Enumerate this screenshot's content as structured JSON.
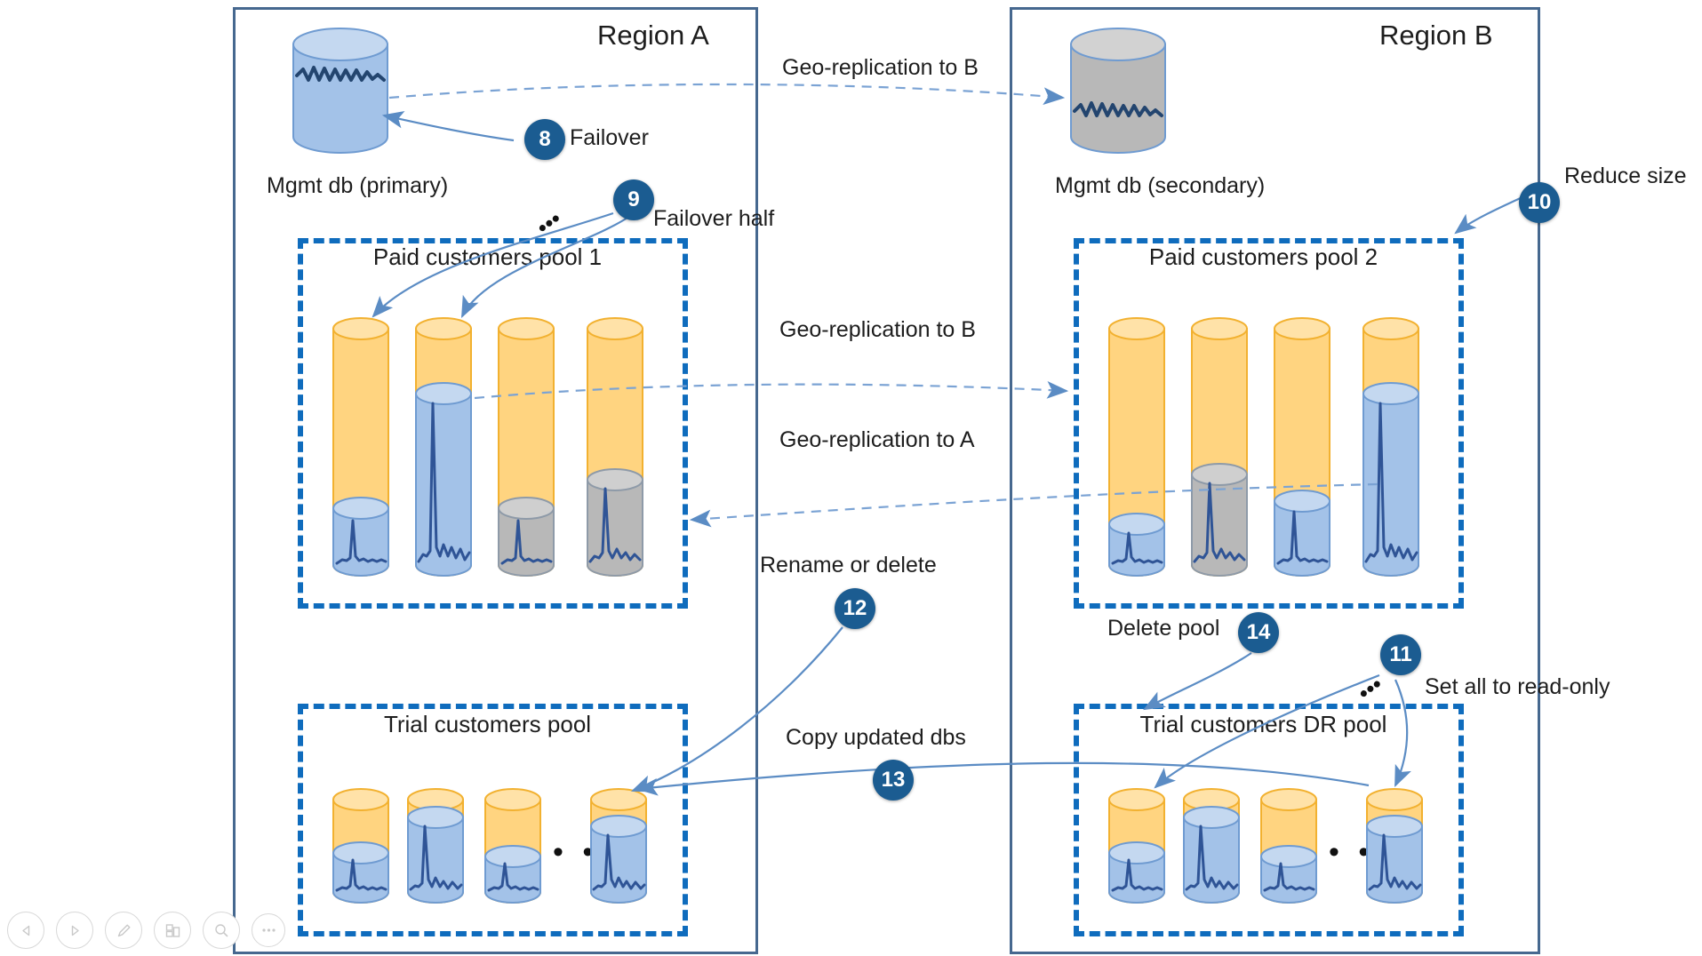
{
  "regions": [
    {
      "id": "a",
      "title": "Region A"
    },
    {
      "id": "b",
      "title": "Region B"
    }
  ],
  "mgmt_dbs": [
    {
      "id": "mgmt-primary",
      "label": "Mgmt db (primary)",
      "fill": "blue"
    },
    {
      "id": "mgmt-secondary",
      "label": "Mgmt db (secondary)",
      "fill": "gray"
    }
  ],
  "pools": [
    {
      "id": "paid-pool-1",
      "title": "Paid customers pool 1",
      "databases": [
        {
          "fill": "blue",
          "level": 0.22
        },
        {
          "fill": "blue",
          "level": 0.72
        },
        {
          "fill": "gray",
          "level": 0.22
        },
        {
          "fill": "gray",
          "level": 0.33
        }
      ]
    },
    {
      "id": "paid-pool-2",
      "title": "Paid customers pool 2",
      "databases": [
        {
          "fill": "blue",
          "level": 0.16
        },
        {
          "fill": "gray",
          "level": 0.36
        },
        {
          "fill": "blue",
          "level": 0.25
        },
        {
          "fill": "blue",
          "level": 0.72
        }
      ]
    },
    {
      "id": "trial-pool",
      "title": "Trial customers pool",
      "databases": [
        {
          "fill": "blue",
          "level": 0.42
        },
        {
          "fill": "blue",
          "level": 0.8
        },
        {
          "fill": "blue",
          "level": 0.4
        },
        {
          "fill": "blue",
          "level": 0.72
        }
      ],
      "ellipsis": "• • •"
    },
    {
      "id": "trial-dr-pool",
      "title": "Trial customers DR pool",
      "databases": [
        {
          "fill": "blue",
          "level": 0.42
        },
        {
          "fill": "blue",
          "level": 0.8
        },
        {
          "fill": "blue",
          "level": 0.4
        },
        {
          "fill": "blue",
          "level": 0.72
        }
      ],
      "ellipsis": "• • •"
    }
  ],
  "flow_labels": [
    {
      "id": "geo-b-top",
      "text": "Geo-replication to B"
    },
    {
      "id": "geo-b-pool",
      "text": "Geo-replication to B"
    },
    {
      "id": "geo-a-pool",
      "text": "Geo-replication to A"
    },
    {
      "id": "failover",
      "text": "Failover"
    },
    {
      "id": "failover-half",
      "text": "Failover half"
    },
    {
      "id": "reduce-size",
      "text": "Reduce size"
    },
    {
      "id": "rename-delete",
      "text": "Rename or delete"
    },
    {
      "id": "delete-pool",
      "text": "Delete pool"
    },
    {
      "id": "read-only",
      "text": "Set all to read-only"
    },
    {
      "id": "copy-dbs",
      "text": "Copy updated dbs"
    }
  ],
  "steps": [
    {
      "n": "8",
      "for": "failover"
    },
    {
      "n": "9",
      "for": "failover-half"
    },
    {
      "n": "10",
      "for": "reduce-size"
    },
    {
      "n": "11",
      "for": "read-only"
    },
    {
      "n": "12",
      "for": "rename-delete"
    },
    {
      "n": "13",
      "for": "copy-dbs"
    },
    {
      "n": "14",
      "for": "delete-pool"
    }
  ],
  "ellipsis_marks": [
    {
      "id": "failover-half-dots",
      "text": "•••"
    },
    {
      "id": "read-only-dots",
      "text": "•••"
    }
  ],
  "toolbar": {
    "buttons": [
      {
        "icon": "previous-icon"
      },
      {
        "icon": "play-icon"
      },
      {
        "icon": "pen-icon"
      },
      {
        "icon": "layout-icon"
      },
      {
        "icon": "zoom-icon"
      },
      {
        "icon": "more-options-icon"
      }
    ]
  },
  "colors": {
    "region_border": "#46688f",
    "pool_border": "#0f6cbd",
    "badge": "#1b5c91",
    "db_orange": "#ffd480",
    "db_orange_stroke": "#f2b130",
    "db_blue": "#a3c2e8",
    "db_blue_stroke": "#6f9bd1",
    "db_gray": "#b8b8b8",
    "db_gray_stroke": "#8e9aa8",
    "spark": "#2f5496",
    "arrow": "#5b8cc4"
  }
}
